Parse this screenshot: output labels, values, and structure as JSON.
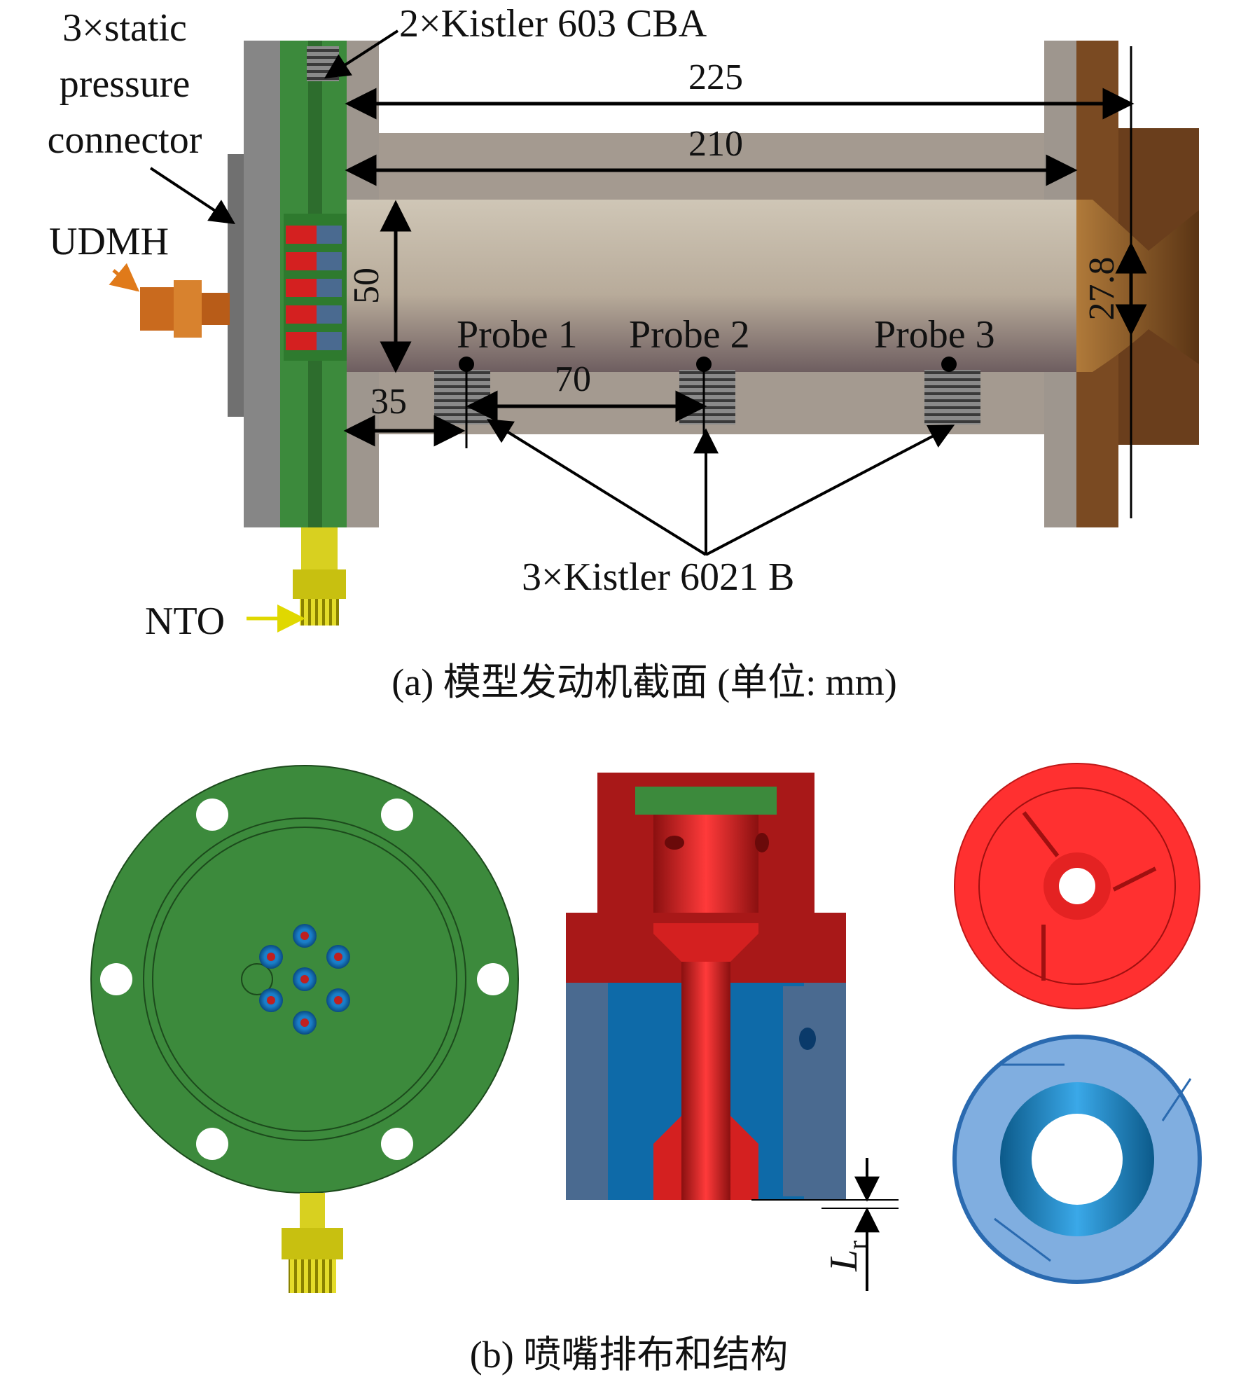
{
  "panel_a": {
    "labels": {
      "static_pressure_1": "3×static",
      "static_pressure_2": "pressure",
      "static_pressure_3": "connector",
      "kistler_603": "2×Kistler 603 CBA",
      "udmh": "UDMH",
      "nto": "NTO",
      "kistler_6021": "3×Kistler 6021 B",
      "probe1": "Probe 1",
      "probe2": "Probe 2",
      "probe3": "Probe 3"
    },
    "dimensions": {
      "d225": "225",
      "d210": "210",
      "d50": "50",
      "d27_8": "27.8",
      "d35": "35",
      "d70": "70"
    },
    "caption": "(a) 模型发动机截面 (单位: mm)"
  },
  "panel_b": {
    "lr_main": "L",
    "lr_sub": "r",
    "caption": "(b) 喷嘴排布和结构"
  },
  "colors": {
    "injector_plate": "#3c8a3c",
    "chamber_flange": "#9e968e",
    "chamber_bore": "#c4b8a8",
    "nozzle": "#7a4a22",
    "ox_fitting": "#d8d020",
    "fuel_fitting": "#d0782a",
    "red_element": "#d42020",
    "blue_element": "#4a6a90",
    "bright_red": "#ff3030",
    "light_blue": "#80aee0"
  }
}
